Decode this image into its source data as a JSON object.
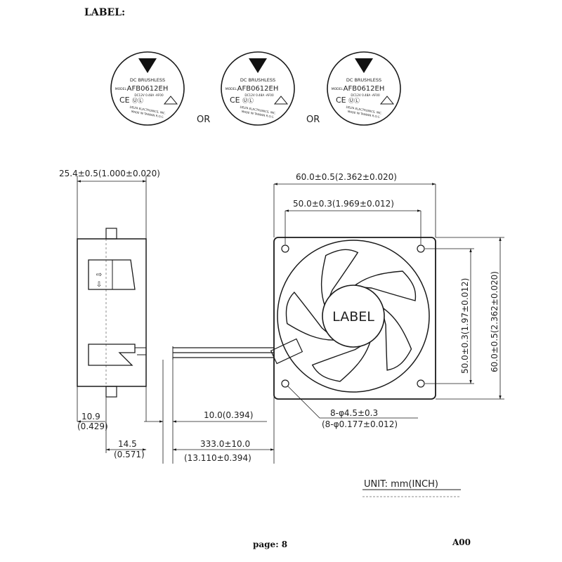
{
  "header": {
    "title": "LABEL:"
  },
  "labels": {
    "series": "DC BRUSHLESS",
    "model_prefix": "MODEL",
    "model": "AFB0612EH",
    "ratings": [
      "DC12V  0.48A  -AF00",
      "DC12V  0.48A  -AF00",
      "DC12V  0.48A  -AF00"
    ],
    "maker_line1": "DELTA ELECTRONICS, INC.",
    "maker_line2": "MADE IN TAIWAN R.O.C.",
    "separator": "OR"
  },
  "dimensions": {
    "depth": "25.4±0.5(1.000±0.020)",
    "width_outer": "60.0±0.5(2.362±0.020)",
    "width_hole": "50.0±0.3(1.969±0.012)",
    "height_hole": "50.0±0.3(1.97±0.012)",
    "height_outer": "60.0±0.5(2.362±0.020)",
    "offset_mm": "10.9",
    "offset_in": "(0.429)",
    "hub_mm": "14.5",
    "hub_in": "(0.571)",
    "strip": "10.0(0.394)",
    "lead_mm": "333.0±10.0",
    "lead_in": "(13.110±0.394)",
    "holes_mm": "8-φ4.5±0.3",
    "holes_in": "(8-φ0.177±0.012)"
  },
  "front_view": {
    "center_label": "LABEL"
  },
  "side_view": {
    "arrow_glyphs": [
      "⇨",
      "⇩"
    ]
  },
  "unit_note": "UNIT:  mm(INCH)",
  "footer": {
    "page": "page: 8",
    "rev": "A00"
  }
}
